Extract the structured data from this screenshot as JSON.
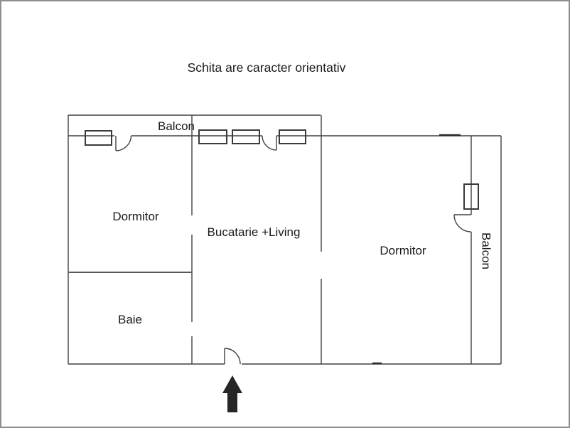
{
  "title": "Schita are caracter orientativ",
  "colors": {
    "wall": "#404040",
    "text": "#1a1a1a",
    "arrow": "#262626",
    "border": "#8f8f8f",
    "background": "#ffffff"
  },
  "rooms": {
    "balcony_top": "Balcon",
    "dormitor_left": "Dormitor",
    "kitchen_living": "Bucatarie +Living",
    "bathroom": "Baie",
    "dormitor_right": "Dormitor",
    "balcony_right": "Balcon"
  },
  "symbols": {
    "entrance_arrow": "up-arrow",
    "window_count": 5,
    "door_count": 4
  }
}
